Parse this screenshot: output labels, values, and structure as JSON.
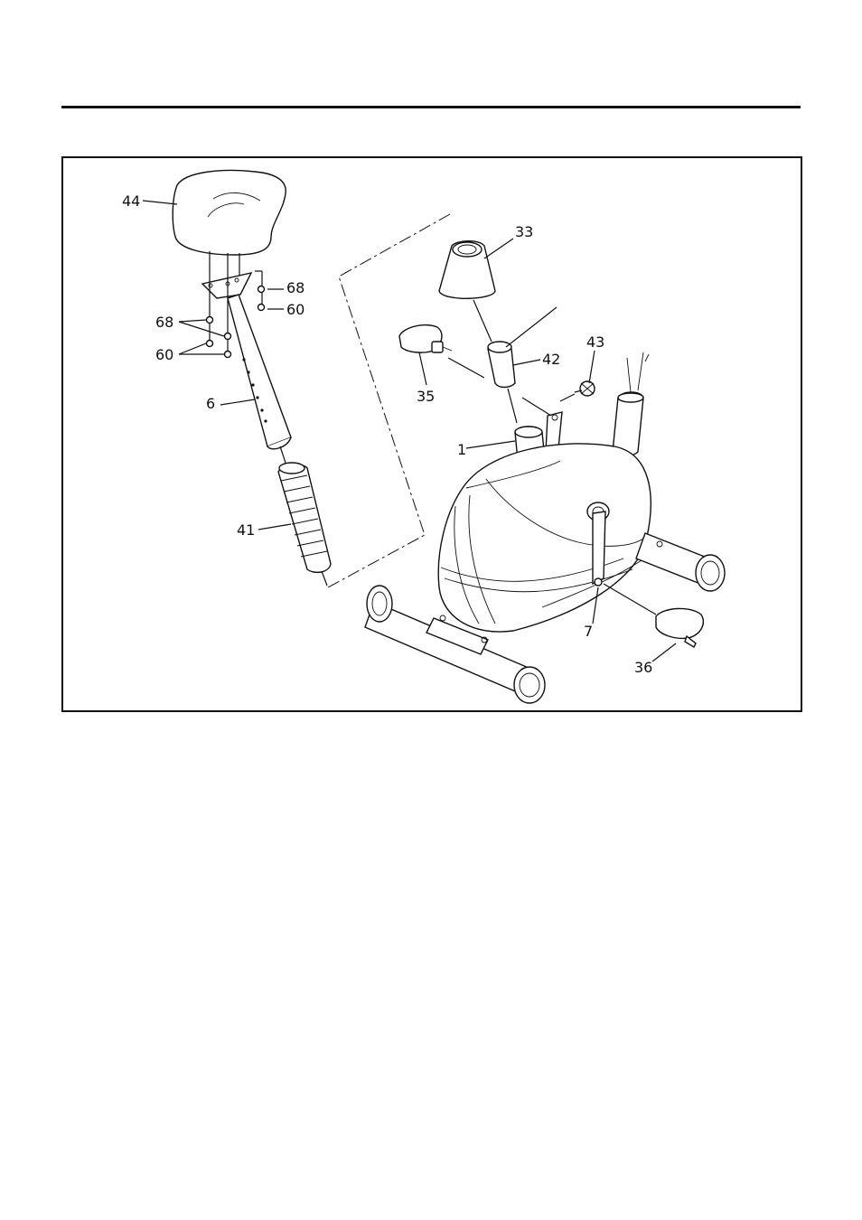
{
  "diagram": {
    "callouts": [
      {
        "id": "seat",
        "text": "44"
      },
      {
        "id": "washer-right",
        "text": "68"
      },
      {
        "id": "nut-right",
        "text": "60"
      },
      {
        "id": "washer-left",
        "text": "68"
      },
      {
        "id": "nut-left",
        "text": "60"
      },
      {
        "id": "seat-post",
        "text": "6"
      },
      {
        "id": "spring-cover",
        "text": "41"
      },
      {
        "id": "handlebar-cover",
        "text": "33"
      },
      {
        "id": "pedal-left",
        "text": "35"
      },
      {
        "id": "bushing",
        "text": "42"
      },
      {
        "id": "knob",
        "text": "43"
      },
      {
        "id": "frame",
        "text": "1"
      },
      {
        "id": "crank",
        "text": "7"
      },
      {
        "id": "pedal-right",
        "text": "36"
      }
    ]
  }
}
